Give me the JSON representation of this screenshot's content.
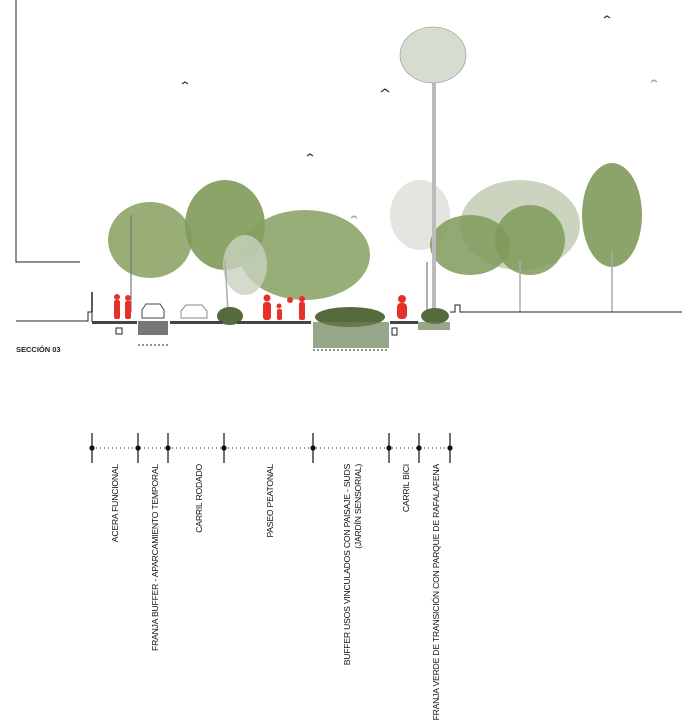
{
  "section_title": "SECCIÓN 03",
  "colors": {
    "people": "#e8302a",
    "foliage": "#7f9a5a",
    "foliage_light": "#c9d2bf",
    "ground": "#333333"
  },
  "zones": [
    {
      "label": "ACERA FUNCIONAL"
    },
    {
      "label": "FRANJA BUFFER - APARCAMIENTO TEMPORAL"
    },
    {
      "label": "CARRIL RODADO"
    },
    {
      "label": "PASEO PEATONAL"
    },
    {
      "label": "BUFFER USOS VINCULADOS CON PAISAJE - SUDS",
      "label2": "(JARDÍN SENSORIAL)"
    },
    {
      "label": "CARRIL BICI"
    },
    {
      "label": "FRANJA VERDE DE TRANSICIÓN CON PARQUE DE RAFALAFENA"
    }
  ]
}
